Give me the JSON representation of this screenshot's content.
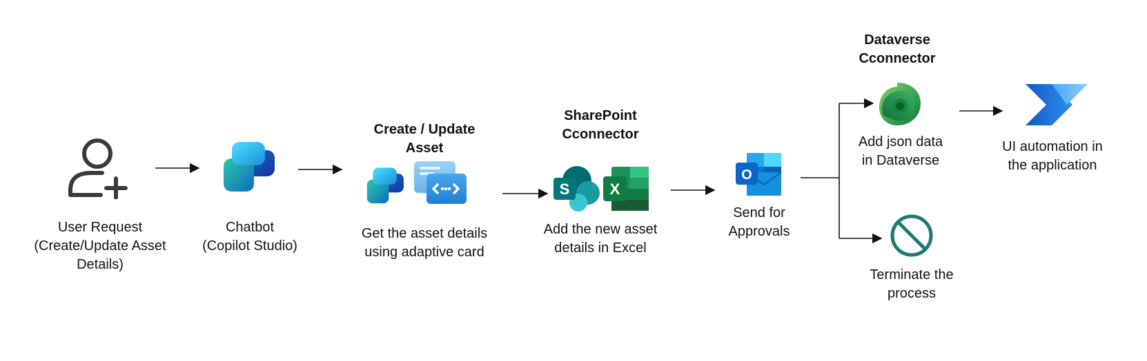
{
  "nodes": {
    "user_request": {
      "label": "User Request\n(Create/Update Asset\nDetails)"
    },
    "chatbot": {
      "label": "Chatbot\n(Copilot Studio)"
    },
    "create_update": {
      "heading": "Create / Update\nAsset",
      "label": "Get the asset details\nusing adaptive card"
    },
    "sharepoint": {
      "heading": "SharePoint\nCconnector",
      "label": "Add the new asset\ndetails in Excel",
      "sp_letter": "S",
      "xl_letter": "X"
    },
    "approvals": {
      "label": "Send for\nApprovals",
      "letter": "O"
    },
    "dataverse": {
      "heading": "Dataverse\nCconnector",
      "label": "Add json data\nin Dataverse"
    },
    "ui_automation": {
      "label": "UI automation in\nthe application"
    },
    "terminate": {
      "label": "Terminate the\nprocess"
    }
  },
  "icons": {
    "user_request": "add-user-icon",
    "chatbot": "copilot-studio-icon",
    "create_update": [
      "copilot-studio-icon",
      "adaptive-card-icon"
    ],
    "sharepoint": [
      "sharepoint-icon",
      "excel-icon"
    ],
    "approvals": "outlook-icon",
    "dataverse": "dataverse-icon",
    "ui_automation": "power-automate-icon",
    "terminate": "prohibited-icon"
  },
  "colors": {
    "arrow": "#111111",
    "terminate": "#1f7a72",
    "excel": "#1d6f42",
    "sharepoint": "#036c70",
    "outlook": "#0a64c9",
    "dataverse": "#0b7a3a",
    "power_automate": "#1f6fd6"
  }
}
